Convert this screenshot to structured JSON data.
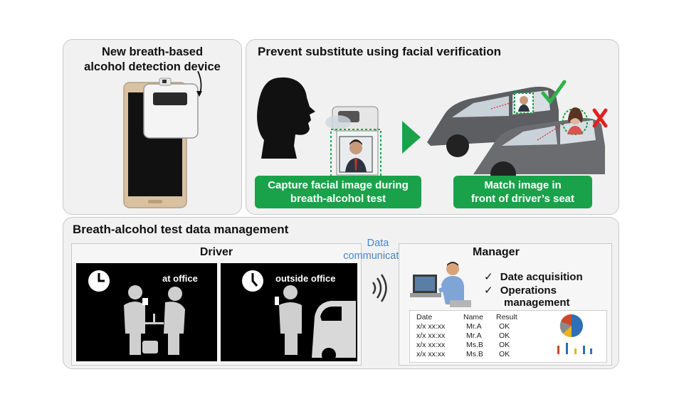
{
  "device_panel": {
    "title_line1": "New breath-based",
    "title_line2": "alcohol detection device"
  },
  "verify_panel": {
    "title": "Prevent substitute using facial verification",
    "capture_label_line1": "Capture facial image during",
    "capture_label_line2": "breath-alcohol test",
    "match_label_line1": "Match image in",
    "match_label_line2": "front of driver’s seat"
  },
  "management_panel": {
    "title": "Breath-alcohol test data management",
    "data_comm_line1": "Data",
    "data_comm_line2": "communication",
    "driver": {
      "heading": "Driver",
      "scene1_label": "at office",
      "scene2_label": "outside office"
    },
    "manager": {
      "heading": "Manager",
      "check_item1": "Date acquisition",
      "check_item2": "Operations",
      "check_item2b": "management",
      "check_mark": "✓"
    },
    "table": {
      "headers": [
        "Date",
        "Name",
        "Result"
      ],
      "rows": [
        [
          "x/x xx:xx",
          "Mr.A",
          "OK"
        ],
        [
          "x/x xx:xx",
          "Mr.A",
          "OK"
        ],
        [
          "x/x xx:xx",
          "Ms.B",
          "OK"
        ],
        [
          "x/x xx:xx",
          "Ms.B",
          "OK"
        ]
      ]
    }
  },
  "colors": {
    "accent_green": "#1aa24a",
    "data_comm_blue": "#4a86c5",
    "check_green": "#2fb24a",
    "cross_red": "#e02222"
  }
}
